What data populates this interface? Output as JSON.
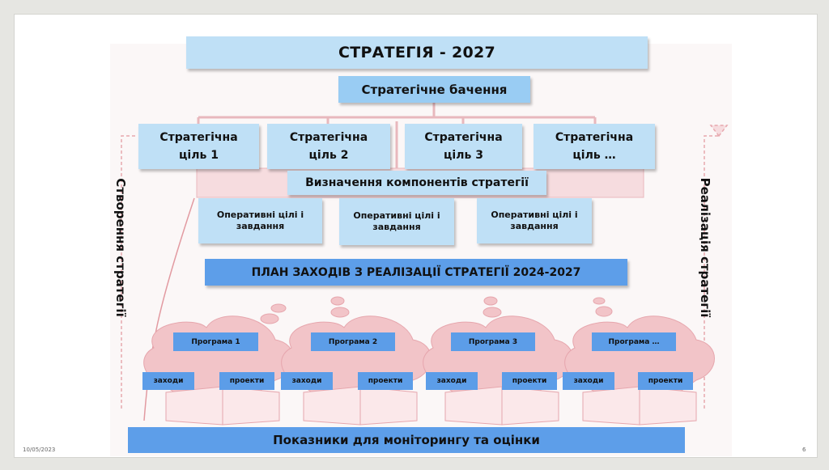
{
  "slide": {
    "title": "СТРАТЕГІЯ - 2027",
    "vision": "Стратегічне бачення",
    "strategic_goals": [
      {
        "line1": "Стратегічна",
        "line2": "ціль 1"
      },
      {
        "line1": "Стратегічна",
        "line2": "ціль 2"
      },
      {
        "line1": "Стратегічна",
        "line2": "ціль 3"
      },
      {
        "line1": "Стратегічна",
        "line2": "ціль …"
      }
    ],
    "components": "Визначення компонентів стратегії",
    "operational_goals": [
      {
        "line1": "Оперативні цілі і",
        "line2": "завдання"
      },
      {
        "line1": "Оперативні цілі і",
        "line2": "завдання"
      },
      {
        "line1": "Оперативні цілі і",
        "line2": "завдання"
      }
    ],
    "plan": "ПЛАН ЗАХОДІВ З РЕАЛІЗАЦІЇ СТРАТЕГІЇ 2024-2027",
    "programs": [
      {
        "name": "Програма 1",
        "measures": "заходи",
        "projects": "проекти"
      },
      {
        "name": "Програма 2",
        "measures": "заходи",
        "projects": "проекти"
      },
      {
        "name": "Програма 3",
        "measures": "заходи",
        "projects": "проекти"
      },
      {
        "name": "Програма …",
        "measures": "заходи",
        "projects": "проекти"
      }
    ],
    "monitoring": "Показники для моніторингу та оцінки",
    "left_side": "Створення стратегії",
    "right_side": "Реалізація стратегії"
  },
  "footer": {
    "date": "10/05/2023",
    "page": "6"
  },
  "colors": {
    "light_blue": "#bfe0f6",
    "mid_blue": "#99ccf3",
    "strong_blue": "#5d9ee9",
    "pink_decor": "#f2c4c8"
  }
}
